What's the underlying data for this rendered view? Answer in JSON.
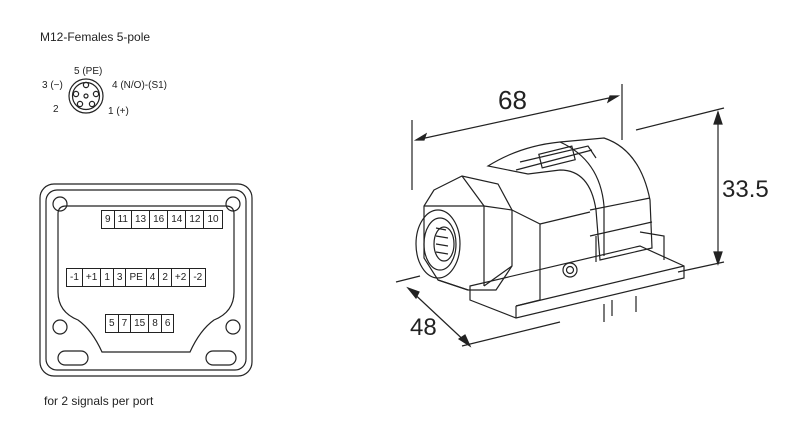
{
  "connector": {
    "title": "M12-Females  5-pole",
    "pins": {
      "pin5": "5 (PE)",
      "pin3": "3 (−)",
      "pin4": "4   (N/O)-(S1)",
      "pin2": "2",
      "pin1": "1 (+)"
    }
  },
  "terminal_block": {
    "top_row": [
      "9",
      "11",
      "13",
      "16",
      "14",
      "12",
      "10"
    ],
    "middle_row": [
      "-1",
      "+1",
      "1",
      "3",
      "PE",
      "4",
      "2",
      "+2",
      "-2"
    ],
    "bottom_row": [
      "5",
      "7",
      "15",
      "8",
      "6"
    ],
    "caption": "for 2 signals per port"
  },
  "dimensions": {
    "length": "68",
    "height": "33.5",
    "width": "48"
  }
}
